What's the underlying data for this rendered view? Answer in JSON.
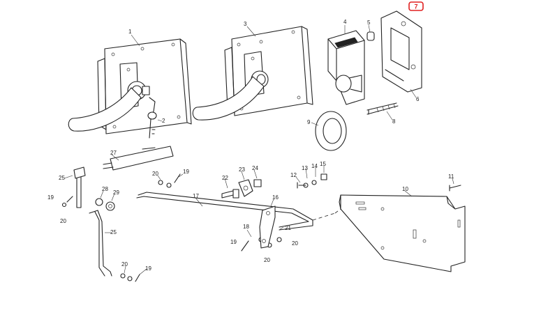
{
  "page_marker": {
    "label": "7",
    "color": "#e02020"
  },
  "callouts": [
    "1",
    "2",
    "3",
    "4",
    "5",
    "6",
    "8",
    "9",
    "27",
    "25",
    "19",
    "20",
    "28",
    "29",
    "20",
    "19",
    "22",
    "23",
    "24",
    "17",
    "16",
    "18",
    "21",
    "19",
    "20",
    "20",
    "12",
    "13",
    "14",
    "15",
    "10",
    "11",
    "25",
    "20",
    "19"
  ]
}
